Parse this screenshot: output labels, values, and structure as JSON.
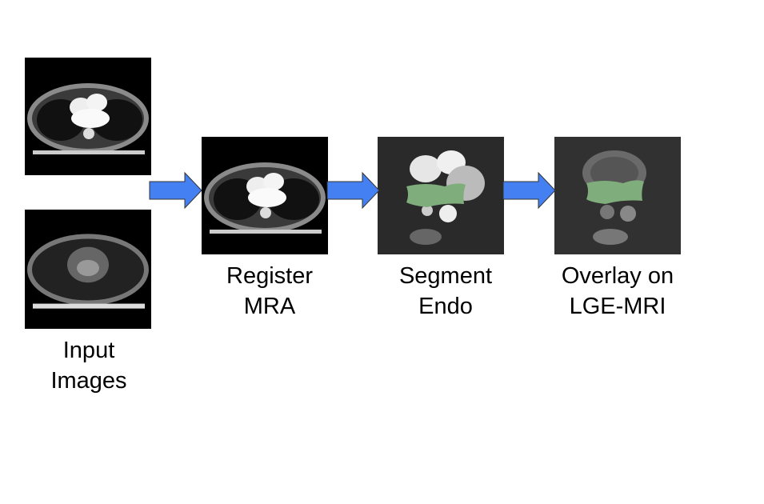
{
  "colors": {
    "arrow": "#4580f2",
    "segmentation": "#7fae7c"
  },
  "stages": [
    {
      "label_lines": [
        "Input",
        "Images"
      ]
    },
    {
      "label_lines": [
        "Register",
        "MRA"
      ]
    },
    {
      "label_lines": [
        "Segment",
        "Endo"
      ]
    },
    {
      "label_lines": [
        "Overlay on",
        "LGE-MRI"
      ]
    }
  ]
}
